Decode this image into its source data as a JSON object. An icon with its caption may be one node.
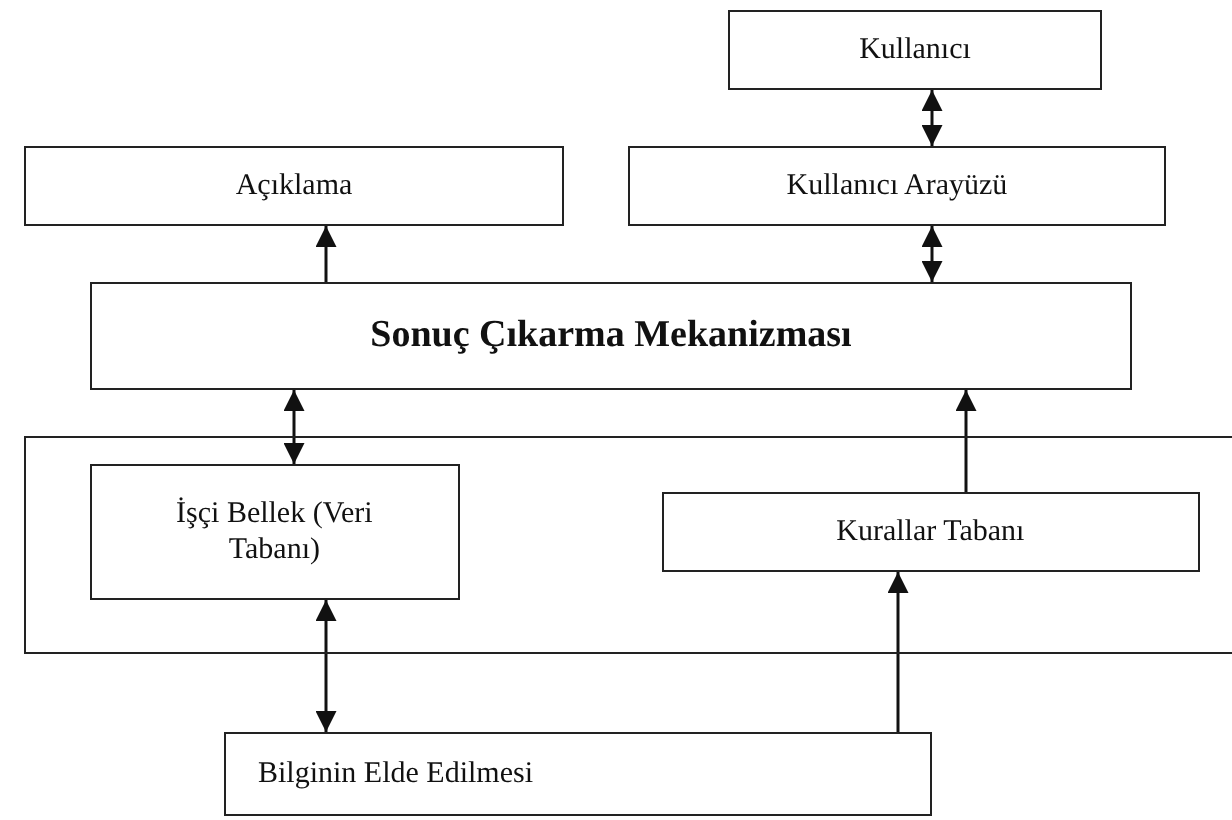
{
  "diagram": {
    "nodes": [
      {
        "text": [
          "Kullanıcı"
        ]
      },
      {
        "text": [
          "Açıklama"
        ]
      },
      {
        "text": [
          "Kullanıcı Arayüzü"
        ]
      },
      {
        "text": [
          "Sonuç Çıkarma Mekanizması"
        ]
      },
      {
        "text": [],
        "shape": "box"
      },
      {
        "text": [
          "İşçi Bellek (Veri Tabanı)"
        ],
        "in": 4
      },
      {
        "text": [
          "Kurallar Tabanı"
        ],
        "in": 4
      },
      {
        "text": [
          "Bilginin Elde Edilmesi"
        ]
      }
    ],
    "edges": [
      {
        "from": 0,
        "to": 2,
        "arrow": "both"
      },
      {
        "from": 2,
        "to": 3,
        "arrow": "both"
      },
      {
        "from": 3,
        "to": 1,
        "arrow": "to"
      },
      {
        "from": 3,
        "to": 5,
        "arrow": "both"
      },
      {
        "from": 6,
        "to": 3,
        "arrow": "to"
      },
      {
        "from": 5,
        "to": 7,
        "arrow": "both"
      },
      {
        "from": 7,
        "to": 6,
        "arrow": "to"
      }
    ]
  }
}
